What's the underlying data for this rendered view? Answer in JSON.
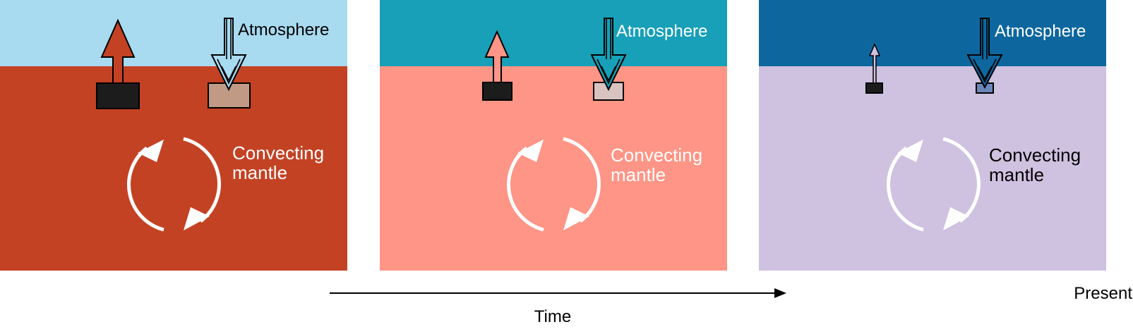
{
  "panels": [
    {
      "atmosphere_label": "Atmosphere",
      "mantle_label": [
        "Convecting",
        "mantle"
      ],
      "colors": {
        "atmosphere": "#a8daf0",
        "mantle": "#c44224",
        "up_arrow": "#c44224",
        "down_arrow": "#a8daf0",
        "source_box": "#1c1c1c",
        "sink_box": "#c19a85",
        "mantle_text": "#ffffff",
        "atmosphere_text": "#000000"
      },
      "outgassing_level": "large",
      "regassing_level": "medium"
    },
    {
      "atmosphere_label": "Atmosphere",
      "mantle_label": [
        "Convecting",
        "mantle"
      ],
      "colors": {
        "atmosphere": "#17a0b8",
        "mantle": "#fe9586",
        "up_arrow": "#fe9586",
        "down_arrow": "#17a0b8",
        "source_box": "#1c1c1c",
        "sink_box": "#d9c3c1",
        "mantle_text": "#ffffff",
        "atmosphere_text": "#ffffff"
      },
      "outgassing_level": "medium",
      "regassing_level": "medium"
    },
    {
      "atmosphere_label": "Atmosphere",
      "mantle_label": [
        "Convecting",
        "mantle"
      ],
      "colors": {
        "atmosphere": "#0d679e",
        "mantle": "#cfc1e0",
        "up_arrow": "#cfc1e0",
        "down_arrow": "#0d679e",
        "source_box": "#1c1c1c",
        "sink_box": "#6b86b8",
        "mantle_text": "#000000",
        "atmosphere_text": "#ffffff"
      },
      "outgassing_level": "small",
      "regassing_level": "medium"
    }
  ],
  "time_axis": {
    "label": "Time",
    "end_label": "Present"
  }
}
